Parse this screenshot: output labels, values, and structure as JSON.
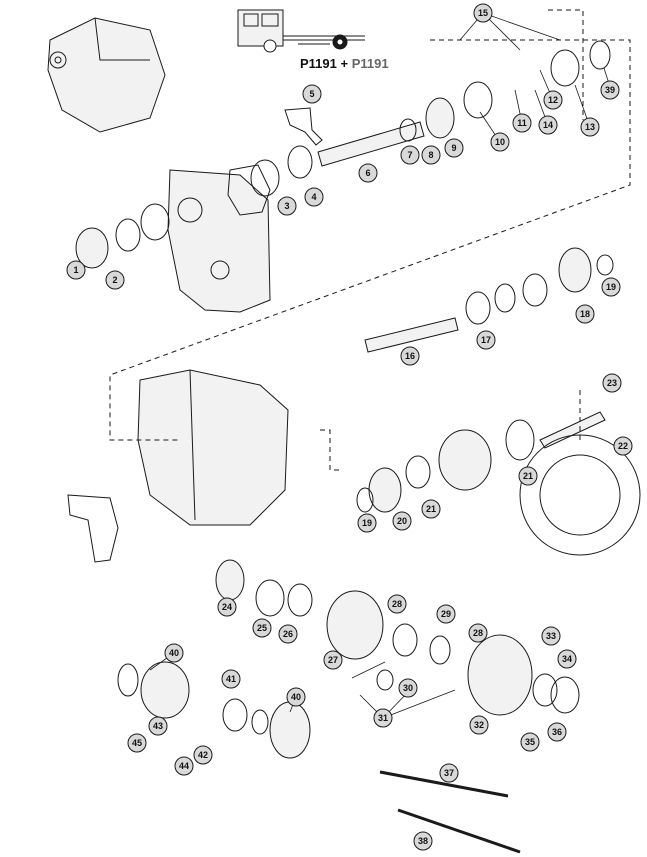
{
  "caption": {
    "main": "P1191 +",
    "secondary": "P1191"
  },
  "callouts": [
    "1",
    "2",
    "3",
    "4",
    "5",
    "6",
    "7",
    "8",
    "9",
    "10",
    "11",
    "12",
    "13",
    "14",
    "15",
    "16",
    "17",
    "18",
    "19",
    "19",
    "20",
    "21",
    "21",
    "22",
    "23",
    "24",
    "25",
    "26",
    "27",
    "28",
    "28",
    "29",
    "30",
    "31",
    "32",
    "33",
    "34",
    "35",
    "36",
    "37",
    "38",
    "39",
    "40",
    "40",
    "41",
    "42",
    "43",
    "44",
    "45"
  ],
  "colors": {
    "line": "#1a1a1a",
    "callout_fill": "#d9d9d9",
    "part_fill": "#f2f2f2"
  }
}
